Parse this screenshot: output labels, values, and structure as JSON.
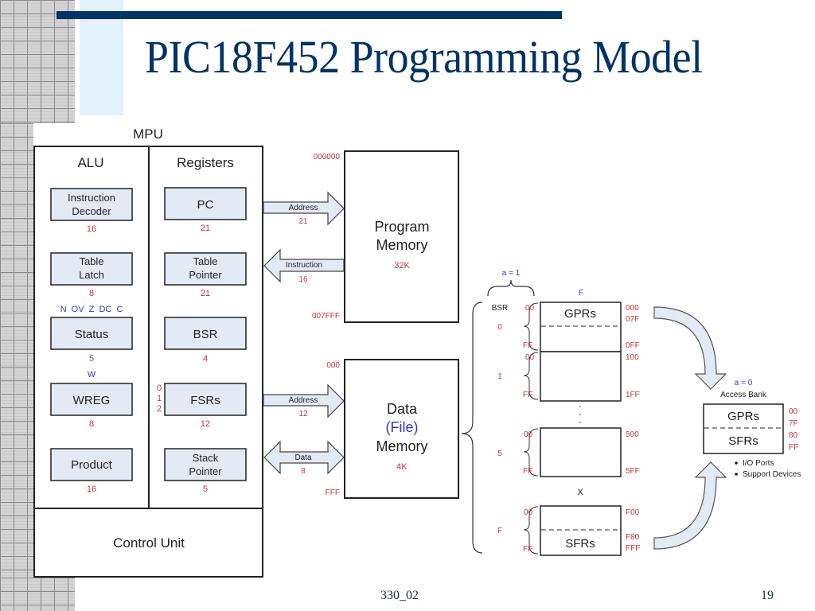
{
  "slide": {
    "title": "PIC18F452 Programming Model",
    "footer_left": "330_02",
    "page_number": "19"
  },
  "colors": {
    "title": "#003366",
    "label_red": "#cc3333",
    "label_blue": "#3333dd",
    "box_fill": "#e4eaf4"
  },
  "mpu": {
    "title": "MPU",
    "alu": {
      "title": "ALU",
      "blocks": [
        {
          "label": "Instruction\nDecoder",
          "width": "16"
        },
        {
          "label": "Table\nLatch",
          "width": "8"
        },
        {
          "label": "Status",
          "width": "5",
          "bits_above": "N  OV  Z  DC  C"
        },
        {
          "label": "WREG",
          "width": "8",
          "bits_above": "W"
        },
        {
          "label": "Product",
          "width": "16"
        }
      ]
    },
    "registers": {
      "title": "Registers",
      "blocks": [
        {
          "label": "PC",
          "width": "21"
        },
        {
          "label": "Table\nPointer",
          "width": "21"
        },
        {
          "label": "BSR",
          "width": "4"
        },
        {
          "label": "FSRs",
          "width": "12",
          "side_indices": [
            "0",
            "1",
            "2"
          ]
        },
        {
          "label": "Stack\nPointer",
          "width": "5"
        }
      ]
    },
    "control_unit": "Control Unit"
  },
  "buses": {
    "program_address": {
      "label": "Address",
      "width": "21"
    },
    "instruction": {
      "label": "Instruction",
      "width": "16"
    },
    "data_address": {
      "label": "Address",
      "width": "12"
    },
    "data": {
      "label": "Data",
      "width": "8"
    }
  },
  "program_memory": {
    "title_line1": "Program",
    "title_line2": "Memory",
    "size": "32K",
    "start_addr": "000000",
    "end_addr": "007FFF"
  },
  "data_memory": {
    "title_line1": "Data",
    "title_line2": "(File)",
    "title_line3": "Memory",
    "size": "4K",
    "start_addr": "000",
    "end_addr": "FFF"
  },
  "banked_memory": {
    "a_label": "a = 1",
    "column_label": "F",
    "bsr_label": "BSR",
    "gprs_label": "GPRs",
    "sfrs_label": "SFRs",
    "ellipsis": "·  ·  ·",
    "x_label": "X",
    "banks": [
      {
        "bank": "0",
        "lo": "00",
        "hi": "FF",
        "addr_start": "000",
        "addr_mid": "07F",
        "addr_end": "0FF"
      },
      {
        "bank": "1",
        "lo": "00",
        "hi": "FF",
        "addr_start": "100",
        "addr_end": "1FF"
      },
      {
        "bank": "5",
        "lo": "00",
        "hi": "FF",
        "addr_start": "500",
        "addr_end": "5FF"
      },
      {
        "bank": "F",
        "lo": "00",
        "hi": "FF",
        "addr_start": "F00",
        "addr_mid": "F80",
        "addr_end": "FFF"
      }
    ]
  },
  "access_bank": {
    "a_label": "a = 0",
    "title": "Access Bank",
    "gprs_label": "GPRs",
    "sfrs_label": "SFRs",
    "addrs": [
      "00",
      "7F",
      "80",
      "FF"
    ],
    "bullets": [
      "I/O Ports",
      "Support Devices"
    ]
  }
}
